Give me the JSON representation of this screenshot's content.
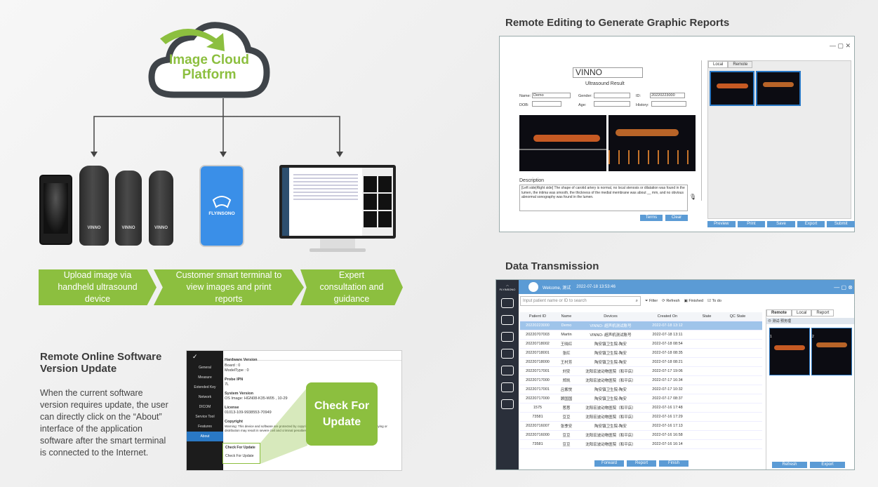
{
  "cloud": {
    "line1": "Image Cloud",
    "line2": "Platform"
  },
  "devices": {
    "probe_brand": "VINNO",
    "phone_brand": "FLYINSONO"
  },
  "flow": [
    {
      "text": "Upload image via handheld ultrasound device"
    },
    {
      "text": "Customer smart terminal to view images and print reports"
    },
    {
      "text": "Expert consultation and guidance"
    }
  ],
  "update_section": {
    "title_line1": "Remote Online Software",
    "title_line2": "Version Update",
    "body": "When the current software version requires update, the user can directly click on the “About” interface of the application software after the smart terminal is connected to the Internet.",
    "menu": [
      "General",
      "Measure",
      "Extended Key",
      "Network",
      "DICOM",
      "Service Tool",
      "Features",
      "About"
    ],
    "info_hardware": "Hardware Version",
    "board": "Board : 0",
    "model": "ModelType : 0",
    "probe_ipn": "Probe IPN",
    "ipn_val": "7L",
    "sysver": "System Version",
    "sysver_val": "OS Image: HGN08-K35-W05 , 10-29",
    "license": "License",
    "license_val": "01013-109-9938553-70949",
    "copyright": "Copyright",
    "warning": "Warning: This device and software are protected by copyright law and international treaties. Unauthorized copying or distribution may result in severe civil and criminal penalties.",
    "check_small": "Check For Update",
    "check_small2": "Check For Update",
    "callout": "Check For Update"
  },
  "remote_edit": {
    "title": "Remote Editing to Generate Graphic Reports",
    "brand": "VINNO",
    "subtitle": "Ultrasound Result",
    "name_lbl": "Name:",
    "name_val": "Demo",
    "gender_lbl": "Gender:",
    "id_lbl": "ID:",
    "id_val": "20220223000",
    "dob_lbl": "DOB:",
    "age_lbl": "Age:",
    "history_lbl": "History:",
    "desc_title": "Description",
    "desc_text": "[Left side|Right side] The shape of carotid artery is normal, no local stenosis or dilatation was found in the lumen, the intima was smooth, the thickness of the medial membrane was about __ mm, and no obvious abnormal sonography was found in the lumen.",
    "terms": "Terms",
    "clear": "Clear",
    "tab_local": "Local",
    "tab_remote": "Remote",
    "buttons": [
      "Preview",
      "Print",
      "Save",
      "Export",
      "Submit"
    ]
  },
  "data_trans": {
    "title": "Data Transmission",
    "welcome": "Welcome, 测试",
    "datetime": "2022-07-18 13:53:46",
    "search_ph": "Input patient name or ID to search",
    "filter": "Filter",
    "refresh": "Refresh",
    "finished": "Finished",
    "todo": "To do",
    "cols": [
      "Patient ID",
      "Name",
      "Devices",
      "Created On",
      "State",
      "QC State"
    ],
    "rows": [
      [
        "20220223000",
        "Demo",
        "VINNO- 超声机测试账号",
        "2022-07-18 13:12"
      ],
      [
        "20220707003",
        "Martin",
        "VINNO- 超声机测试账号",
        "2022-07-18 13:11"
      ],
      [
        "20220718002",
        "王晓红",
        "陶安镇卫生院-陶安",
        "2022-07-18 08:54"
      ],
      [
        "20220718001",
        "张红",
        "陶安镇卫生院-陶安",
        "2022-07-18 08:35"
      ],
      [
        "20220718000",
        "王村芳",
        "陶安镇卫生院-陶安",
        "2022-07-18 08:21"
      ],
      [
        "20220717001",
        "刘安",
        "沈阳宏波动物医院（和平店）",
        "2022-07-17 19:06"
      ],
      [
        "20220717000",
        "郑凯",
        "沈阳宏波动物医院（和平店）",
        "2022-07-17 16:34"
      ],
      [
        "20220717001",
        "吕紫悦",
        "陶安镇卫生院-陶安",
        "2022-07-17 10:32"
      ],
      [
        "20220717000",
        "顾国国",
        "陶安镇卫生院-陶安",
        "2022-07-17 08:37"
      ],
      [
        "1575",
        "葱葱",
        "沈阳宏波动物医院（和平店）",
        "2022-07-16 17:48"
      ],
      [
        "73581",
        "豆豆",
        "沈阳宏波动物医院（和平店）",
        "2022-07-16 17:29"
      ],
      [
        "20220716007",
        "张季安",
        "陶安镇卫生院-陶安",
        "2022-07-16 17:13"
      ],
      [
        "20220716000",
        "豆豆",
        "沈阳宏波动物医院（和平店）",
        "2022-07-16 16:58"
      ],
      [
        "73581",
        "豆豆",
        "沈阳宏波动物医院（和平店）",
        "2022-07-16 16:14"
      ]
    ],
    "bottom_btns": [
      "Forward",
      "Report",
      "Finish"
    ],
    "rtabs": [
      "Remote",
      "Local",
      "Report"
    ],
    "tree_item": "测试-预务理",
    "thumb1": "1",
    "thumb2": "2",
    "rbtns": [
      "Refresh",
      "Export"
    ],
    "logo": "FLYINSONO"
  },
  "colors": {
    "green": "#8cbf3f",
    "blue": "#5b9bd5",
    "dark": "#3d3d3d"
  }
}
